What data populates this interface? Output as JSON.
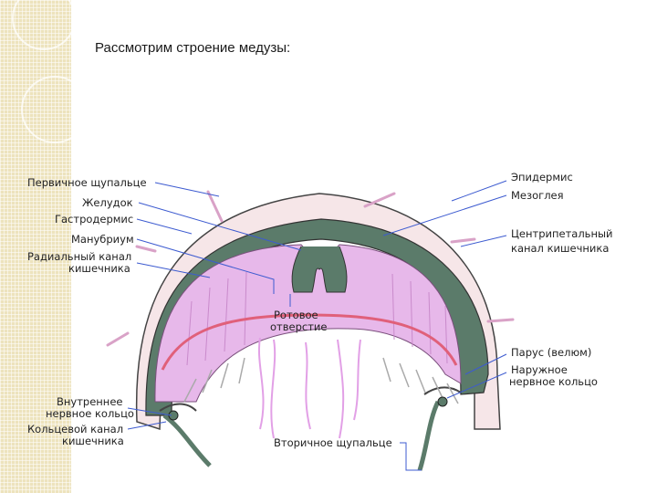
{
  "slide": {
    "title": "Рассмотрим строение медузы:"
  },
  "labels": {
    "primary_tentacle": "Первичное щупальце",
    "stomach": "Желудок",
    "gastrodermis": "Гастродермис",
    "manubrium": "Манубриум",
    "radial_canal_1": "Радиальный канал",
    "radial_canal_2": "кишечника",
    "inner_ring_1": "Внутреннее",
    "inner_ring_2": "нервное кольцо",
    "ring_canal_1": "Кольцевой канал",
    "ring_canal_2": "кишечника",
    "epidermis": "Эпидермис",
    "mesoglea": "Мезоглея",
    "centripetal_1": "Центрипетальный",
    "centripetal_2": "канал кишечника",
    "mouth_1": "Ротовое",
    "mouth_2": "отверстие",
    "velum": "Парус (велюм)",
    "outer_ring_1": "Наружное",
    "outer_ring_2": "нервное кольцо",
    "secondary_tentacle": "Вторичное щупальце"
  },
  "colors": {
    "mesoglea": "#f6e6e8",
    "gastrodermis": "#5b7b6a",
    "gut": "#e7b8ea",
    "ring_canal": "#e0607a",
    "tentacles": "#d9a2c7",
    "leaders": "#3d5bd0"
  }
}
